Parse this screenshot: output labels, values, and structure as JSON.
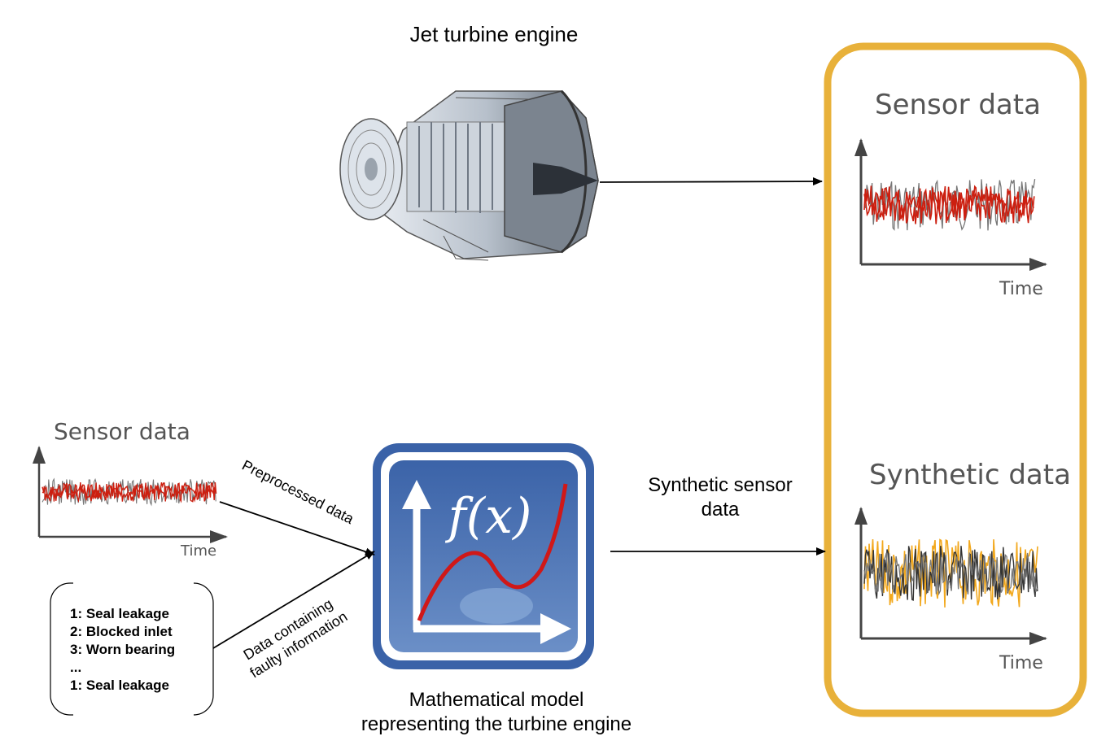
{
  "labels": {
    "engine_title": "Jet turbine engine",
    "preprocessed": "Preprocessed data",
    "faulty": [
      "Data containing",
      "faulty information"
    ],
    "synthetic_sensor": [
      "Synthetic sensor",
      "data"
    ],
    "model": [
      "Mathematical model",
      "representing the turbine engine"
    ],
    "fx": "f(x)"
  },
  "panels": {
    "sensor_top": {
      "title": "Sensor data",
      "xlabel": "Time"
    },
    "synthetic": {
      "title": "Synthetic data",
      "xlabel": "Time"
    },
    "sensor_left": {
      "title": "Sensor data",
      "xlabel": "Time"
    }
  },
  "fault_list": [
    "1: Seal leakage",
    "2: Blocked inlet",
    "3: Worn bearing",
    "...",
    "1: Seal leakage"
  ],
  "icons": {
    "engine": "jet-engine-illustration",
    "model": "function-fx-icon"
  },
  "colors": {
    "highlight_border": "#e8b13a",
    "model_blue": "#3a62a8",
    "signal_red": "#cc1f10",
    "signal_gray": "#777777",
    "signal_orange": "#f2a81d",
    "signal_dark": "#333333"
  }
}
